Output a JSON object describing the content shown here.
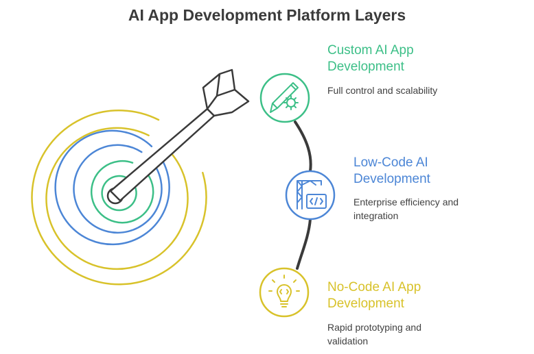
{
  "title": "AI App Development Platform Layers",
  "colors": {
    "green": "#3cbf87",
    "blue": "#4c86d6",
    "yellow": "#d8c22a",
    "dark": "#3a3a3a"
  },
  "layers": [
    {
      "title": "Custom AI App\nDevelopment",
      "description": "Full control and scalability",
      "icon": "pencil-gear-icon"
    },
    {
      "title": "Low-Code AI\nDevelopment",
      "description": "Enterprise efficiency and\nintegration",
      "icon": "crane-code-icon"
    },
    {
      "title": "No-Code AI App\nDevelopment",
      "description": "Rapid prototyping and\nvalidation",
      "icon": "lightbulb-code-icon"
    }
  ]
}
